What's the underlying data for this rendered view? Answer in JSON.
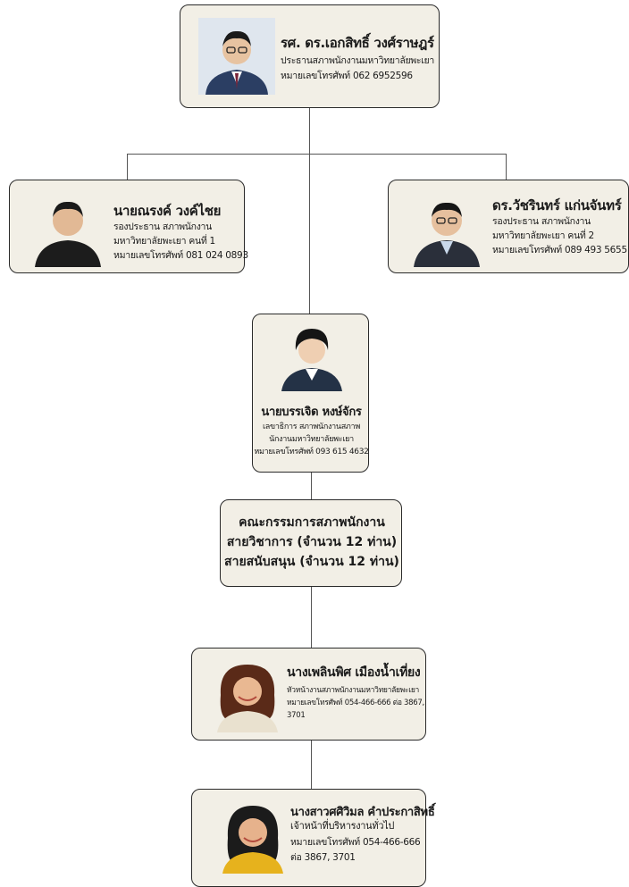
{
  "president": {
    "name": "รศ. ดร.เอกสิทธิ์ วงศ์ราษฎร์",
    "role": "ประธานสภาพนักงานมหาวิทยาลัยพะเยา",
    "phone": "หมายเลขโทรศัพท์ 062 6952596"
  },
  "vice_president_1": {
    "name": "นายณรงค์ วงค์ไชย",
    "role": "รองประธาน สภาพนักงาน",
    "role2": "มหาวิทยาลัยพะเยา คนที่ 1",
    "phone": "หมายเลขโทรศัพท์ 081 024 0893"
  },
  "vice_president_2": {
    "name": "ดร.วัชรินทร์ แก่นจันทร์",
    "role": "รองประธาน สภาพนักงาน",
    "role2": "มหาวิทยาลัยพะเยา คนที่ 2",
    "phone": "หมายเลขโทรศัพท์ 089 493 5655"
  },
  "secretary": {
    "name": "นายบรรเจิด หงษ์จักร",
    "role": "เลขาธิการ สภาพนักงานสภาพ",
    "role2": "นักงานมหาวิทยาลัยพะเยา",
    "phone": "หมายเลขโทรศัพท์ 093 615 4632"
  },
  "committee": {
    "line1": "คณะกรรมการสภาพนักงาน",
    "line2": "สายวิชาการ (จำนวน 12 ท่าน)",
    "line3": "สายสนับสนุน (จำนวน 12 ท่าน)"
  },
  "office_head": {
    "name": "นางเพลินพิศ เมืองน้ำเที่ยง",
    "role": "หัวหน้างานสภาพนักงานมหาวิทยาลัยพะเยา",
    "phone": "หมายเลขโทรศัพท์ 054-466-666 ต่อ 3867,",
    "phone2": "3701"
  },
  "officer": {
    "name": "นางสาวศศิวิมล คำประกาสิทธิ์",
    "role": "เจ้าหน้าที่บริหารงานทั่วไป",
    "phone": "หมายเลขโทรศัพท์ 054-466-666",
    "phone2": "ต่อ 3867, 3701"
  },
  "colors": {
    "card_bg": "#f2efe6",
    "border": "#2a2a2a",
    "connector": "#555555"
  },
  "icons": [
    "person-photo-icon"
  ]
}
